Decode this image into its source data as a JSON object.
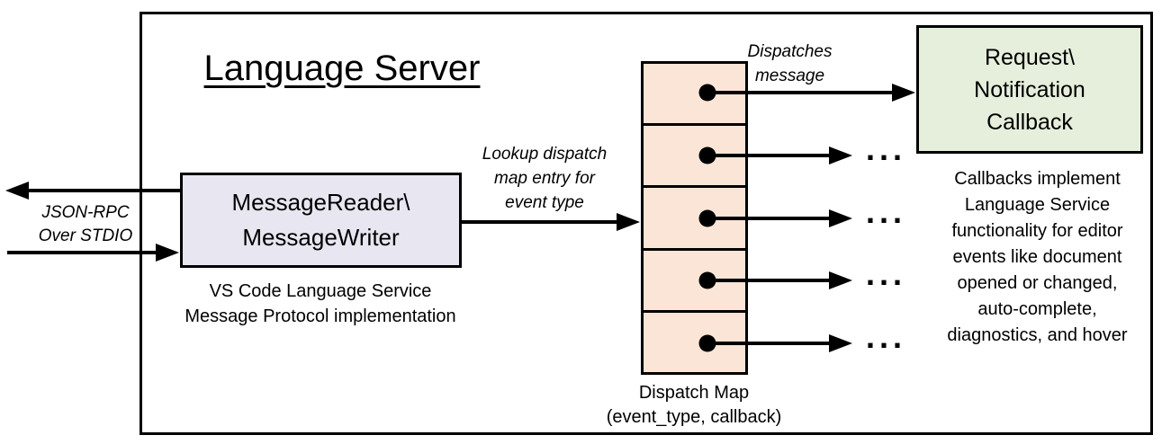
{
  "diagram": {
    "title": "Language Server",
    "reader_box": {
      "line1": "MessageReader\\",
      "line2": "MessageWriter"
    },
    "reader_caption": {
      "line1": "VS Code Language Service",
      "line2": "Message Protocol implementation"
    },
    "jsonrpc_label": {
      "line1": "JSON-RPC",
      "line2": "Over STDIO"
    },
    "lookup_label": {
      "line1": "Lookup dispatch",
      "line2": "map entry for",
      "line3": "event type"
    },
    "dispatches_label": {
      "line1": "Dispatches",
      "line2": "message"
    },
    "callback_box": {
      "line1": "Request\\",
      "line2": "Notification",
      "line3": "Callback"
    },
    "map_caption": {
      "line1": "Dispatch Map",
      "line2": "(event_type, callback)"
    },
    "callbacks_note": {
      "lines": [
        "Callbacks implement",
        "Language Service",
        "functionality for editor",
        "events like document",
        "opened or changed,",
        "auto-complete,",
        "diagnostics, and hover"
      ]
    },
    "ellipsis": "...",
    "dispatch_map_cells": 5,
    "colors": {
      "reader_fill": "#e8e6f1",
      "dispatch_map_fill": "#fbe5d6",
      "callback_fill": "#e5efdc",
      "stroke": "#000000",
      "background": "#ffffff"
    }
  }
}
